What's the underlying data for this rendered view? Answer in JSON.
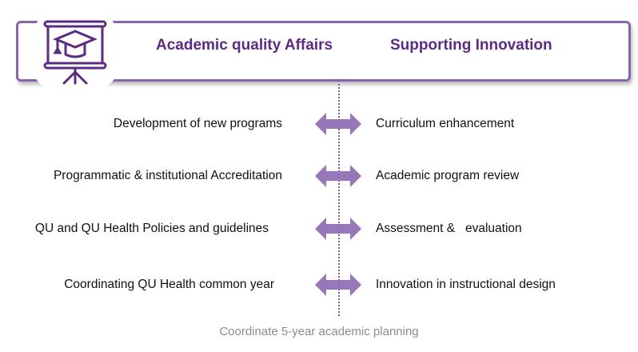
{
  "header": {
    "left_title": "Academic quality Affairs",
    "right_title": "Supporting Innovation"
  },
  "rows": [
    {
      "left": "Development of new programs",
      "right": "Curriculum enhancement"
    },
    {
      "left": "Programmatic & institutional Accreditation",
      "right": "Academic program review"
    },
    {
      "left": "QU and QU Health Policies and guidelines",
      "right": "Assessment &   evaluation"
    },
    {
      "left": "Coordinating QU Health common year",
      "right": "Innovation in instructional design"
    }
  ],
  "footer": "Coordinate 5-year academic planning",
  "colors": {
    "title": "#5b2b82",
    "border": "#8a64a8",
    "arrow": "#9270b4"
  }
}
